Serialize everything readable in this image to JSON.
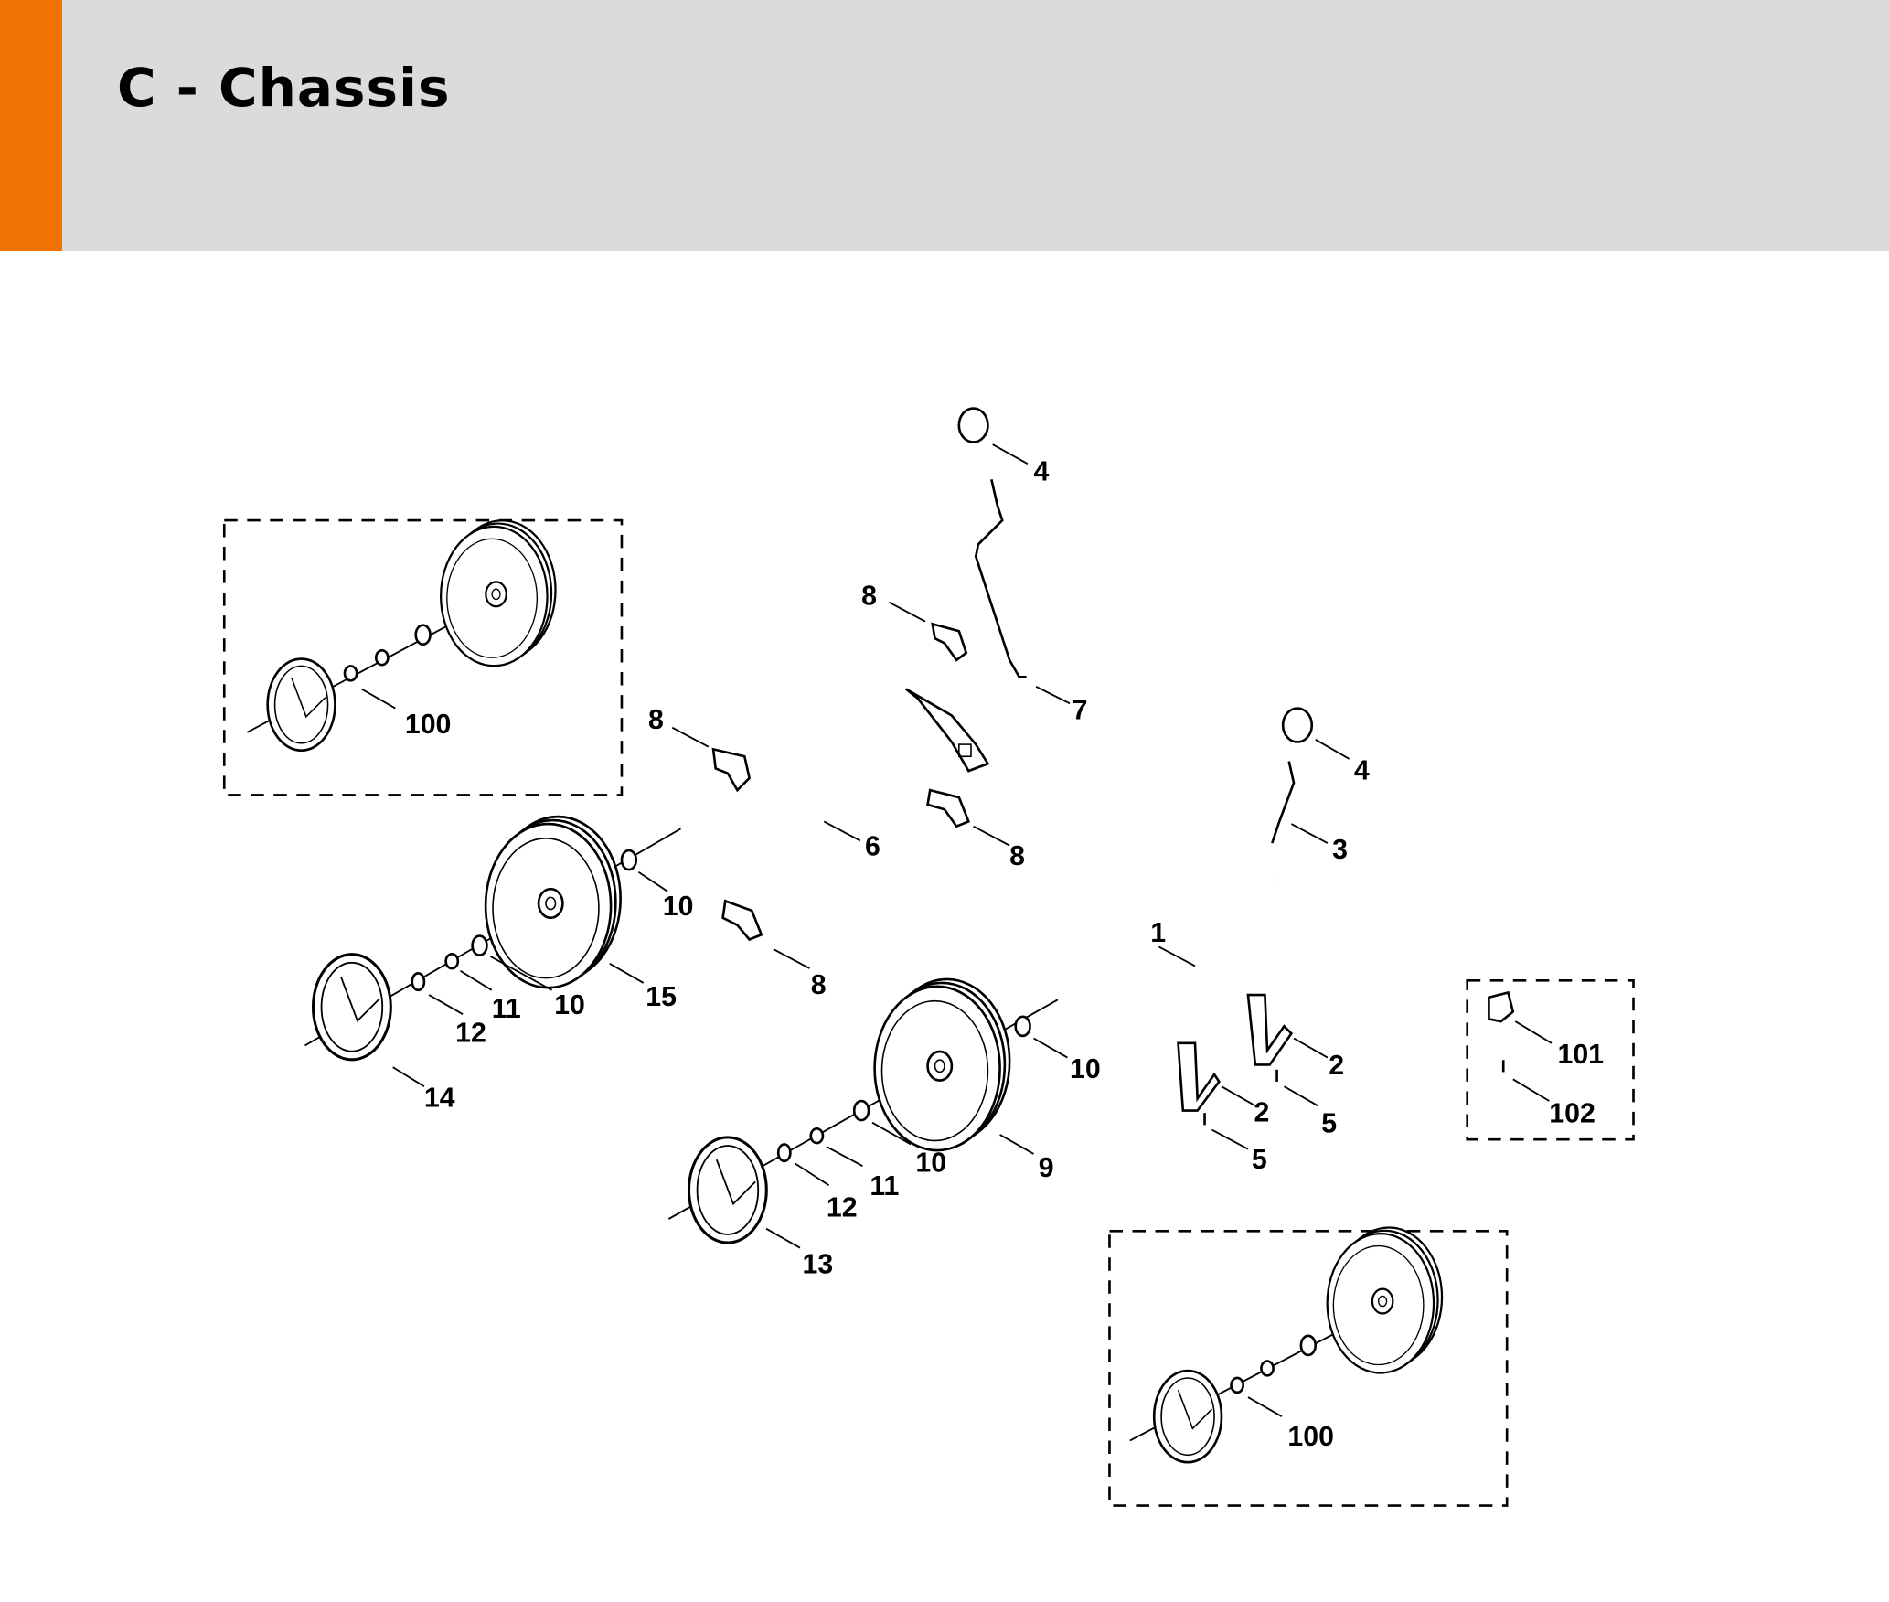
{
  "header": {
    "title": "C - Chassis",
    "accent_color": "#ef7203",
    "background_color": "#dadbdb"
  },
  "diagram": {
    "callouts": [
      {
        "id": "c4a",
        "label": "4",
        "part": "knob"
      },
      {
        "id": "c7",
        "label": "7",
        "part": "lever"
      },
      {
        "id": "c8a",
        "label": "8",
        "part": "bracket"
      },
      {
        "id": "c8b",
        "label": "8",
        "part": "bracket"
      },
      {
        "id": "c8c",
        "label": "8",
        "part": "bracket"
      },
      {
        "id": "c8d",
        "label": "8",
        "part": "bracket"
      },
      {
        "id": "c6",
        "label": "6",
        "part": "rear-axle"
      },
      {
        "id": "c4b",
        "label": "4",
        "part": "knob"
      },
      {
        "id": "c3",
        "label": "3",
        "part": "lever"
      },
      {
        "id": "c1",
        "label": "1",
        "part": "front-axle"
      },
      {
        "id": "c2a",
        "label": "2",
        "part": "holder"
      },
      {
        "id": "c2b",
        "label": "2",
        "part": "holder"
      },
      {
        "id": "c5a",
        "label": "5",
        "part": "screw"
      },
      {
        "id": "c5b",
        "label": "5",
        "part": "screw"
      },
      {
        "id": "c10a",
        "label": "10",
        "part": "bearing"
      },
      {
        "id": "c10b",
        "label": "10",
        "part": "bearing"
      },
      {
        "id": "c10c",
        "label": "10",
        "part": "bearing"
      },
      {
        "id": "c10d",
        "label": "10",
        "part": "bearing"
      },
      {
        "id": "c11a",
        "label": "11",
        "part": "washer"
      },
      {
        "id": "c11b",
        "label": "11",
        "part": "washer"
      },
      {
        "id": "c12a",
        "label": "12",
        "part": "lock-washer"
      },
      {
        "id": "c12b",
        "label": "12",
        "part": "lock-washer"
      },
      {
        "id": "c13",
        "label": "13",
        "part": "hub-cap"
      },
      {
        "id": "c14",
        "label": "14",
        "part": "hub-cap"
      },
      {
        "id": "c15",
        "label": "15",
        "part": "wheel"
      },
      {
        "id": "c9",
        "label": "9",
        "part": "wheel"
      },
      {
        "id": "c100a",
        "label": "100",
        "part": "wheel-kit"
      },
      {
        "id": "c100b",
        "label": "100",
        "part": "wheel-kit"
      },
      {
        "id": "c101",
        "label": "101",
        "part": "clip"
      },
      {
        "id": "c102",
        "label": "102",
        "part": "screw"
      }
    ]
  }
}
